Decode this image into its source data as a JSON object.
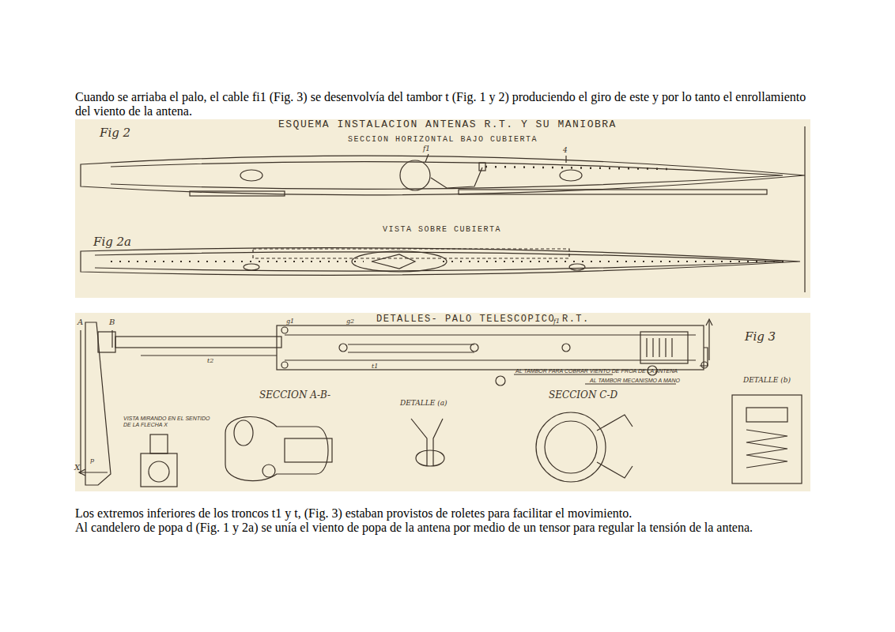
{
  "diagram": {
    "labels": [
      "Cuando se arriaba el palo, el cable fi1 (Fig. 3) se desenvolvía del tambor t (Fig. 1 y 2) produciendo el giro de este y por lo tanto el enrollamiento del viento de la antena.",
      "ESQUEMA INSTALACION ANTENAS R.T. Y SU MANIOBRA",
      "SECCION HORIZONTAL BAJO CUBIERTA",
      "Fig 2",
      "f1",
      "4",
      "VISTA SOBRE CUBIERTA",
      "Fig 2a",
      "DETALLES- PALO TELESCOPICO R.T.",
      "Fig 3",
      "A",
      "B",
      "X",
      "SECCION A-B-",
      "DETALLE (a)",
      "SECCION C-D",
      "DETALLE (b)",
      "VISTA MIRANDO EN EL SENTIDO DE LA FLECHA X",
      "AL TAMBOR PARA COBRAR VIENTO DE PROA DE LA ANTENA",
      "AL TAMBOR MECANISMO A MANO",
      "t1",
      "t2",
      "g1",
      "g2",
      "f1",
      "p",
      "Los extremos inferiores de los troncos t1 y t, (Fig. 3) estaban provistos de roletes para facilitar el movimiento.",
      "Al candelero de popa d (Fig. 1 y 2a) se unía el viento de popa de la antena por medio de un tensor para regular la tensión de la antena."
    ]
  }
}
